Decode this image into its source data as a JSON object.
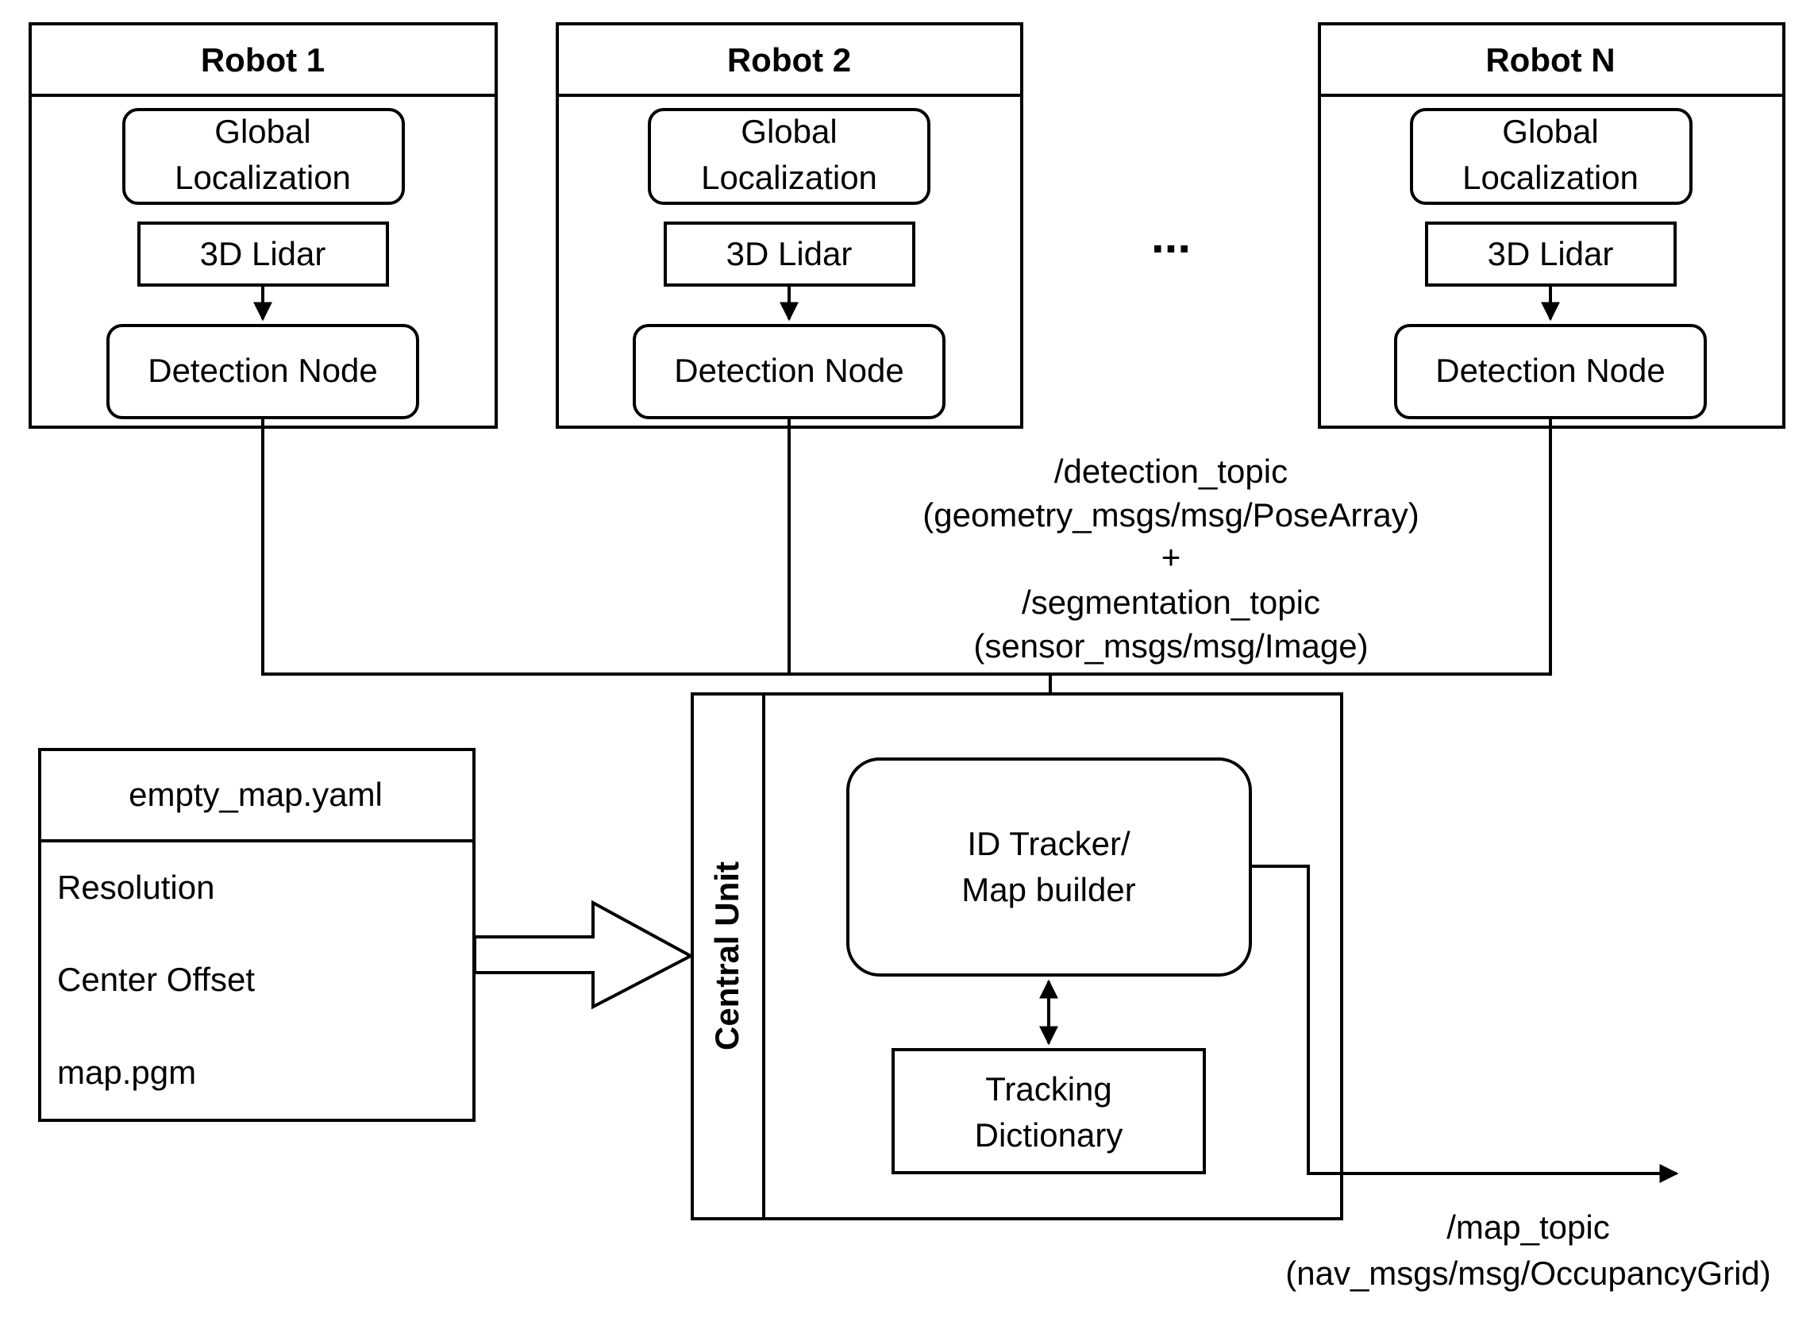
{
  "robots": [
    {
      "title": "Robot 1",
      "localization": [
        "Global",
        "Localization"
      ],
      "lidar": "3D Lidar",
      "detection": "Detection Node"
    },
    {
      "title": "Robot 2",
      "localization": [
        "Global",
        "Localization"
      ],
      "lidar": "3D Lidar",
      "detection": "Detection Node"
    },
    {
      "title": "Robot N",
      "localization": [
        "Global",
        "Localization"
      ],
      "lidar": "3D Lidar",
      "detection": "Detection Node"
    }
  ],
  "ellipsis": "...",
  "topics": {
    "detection_lines": [
      "/detection_topic",
      "(geometry_msgs/msg/PoseArray)",
      "+",
      "/segmentation_topic",
      "(sensor_msgs/msg/Image)"
    ],
    "map_lines": [
      "/map_topic",
      "(nav_msgs/msg/OccupancyGrid)"
    ]
  },
  "map_file": {
    "title": "empty_map.yaml",
    "items": [
      "Resolution",
      "Center Offset",
      "map.pgm"
    ]
  },
  "central_unit": {
    "label": "Central Unit",
    "tracker": [
      "ID Tracker/",
      "Map builder"
    ],
    "dictionary": [
      "Tracking",
      "Dictionary"
    ]
  }
}
